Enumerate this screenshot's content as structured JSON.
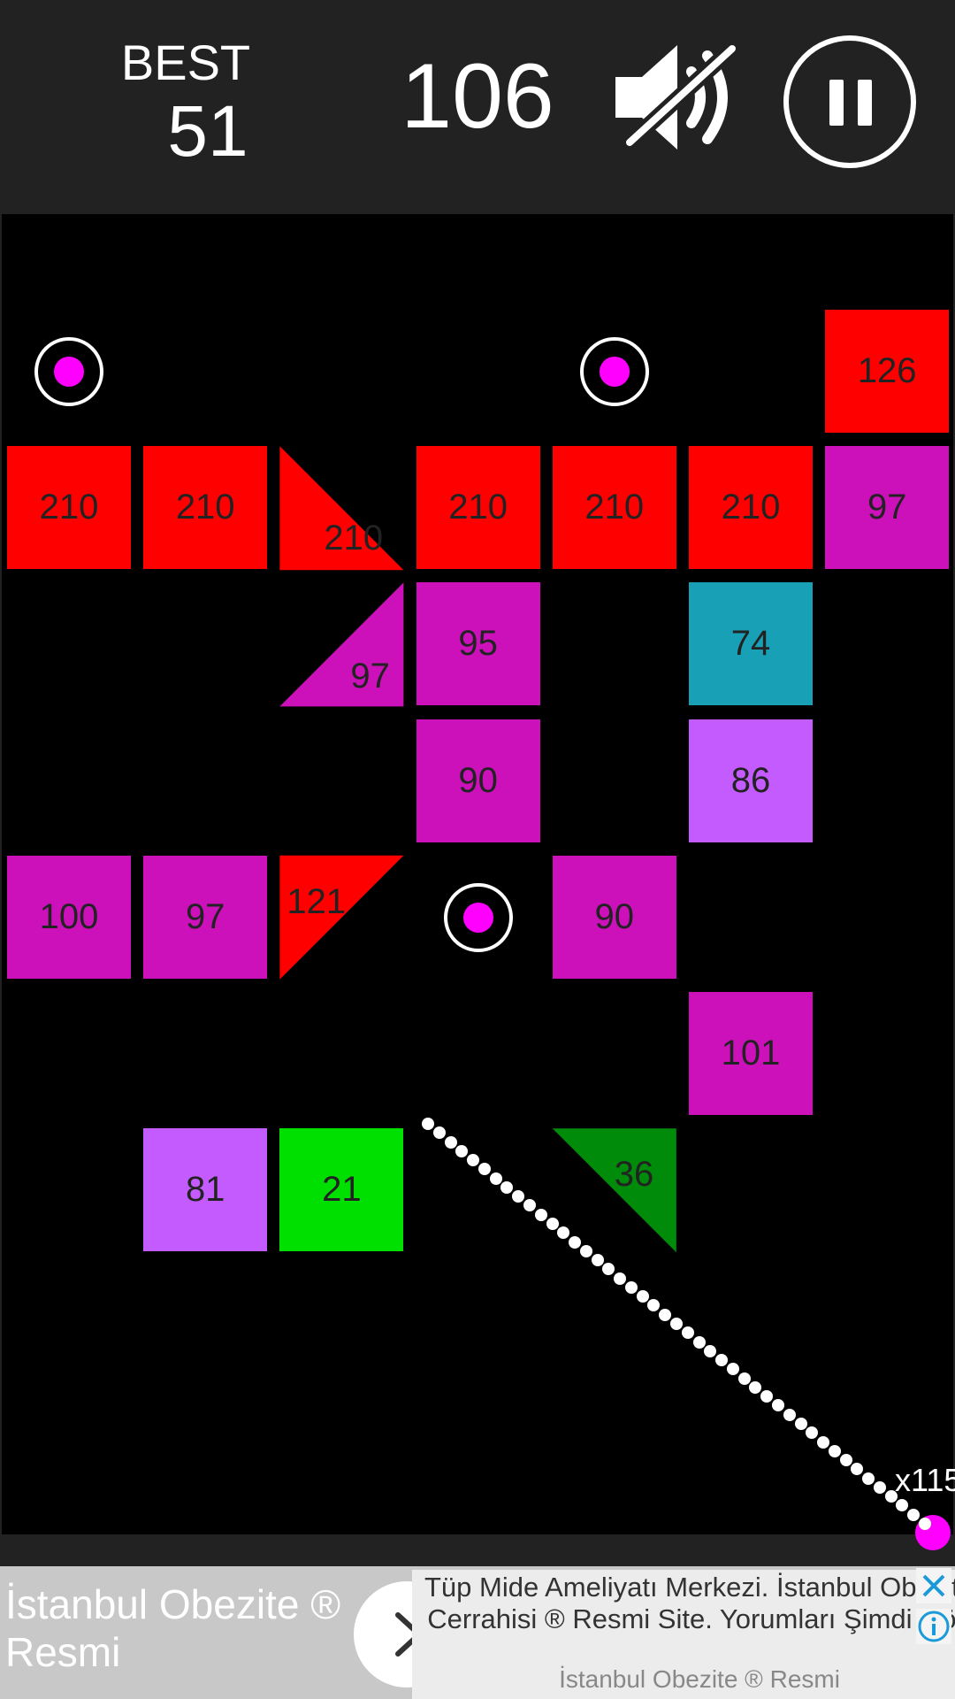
{
  "header": {
    "best_label": "BEST",
    "best_value": "51",
    "score": "106",
    "sound_icon": "speaker-muted-icon",
    "pause_icon": "pause-icon"
  },
  "colors": {
    "red": "#ff0000",
    "magenta": "#cc11bb",
    "violet": "#c45bff",
    "teal": "#18a1b6",
    "green": "#00e000",
    "dark_green": "#008b0a",
    "ball": "#ff00ff"
  },
  "board": {
    "bricks": [
      {
        "value": "126",
        "color": "red",
        "row": 0,
        "col": 6
      },
      {
        "value": "210",
        "color": "red",
        "row": 1,
        "col": 0
      },
      {
        "value": "210",
        "color": "red",
        "row": 1,
        "col": 1
      },
      {
        "value": "210",
        "color": "red",
        "row": 1,
        "col": 3
      },
      {
        "value": "210",
        "color": "red",
        "row": 1,
        "col": 4
      },
      {
        "value": "210",
        "color": "red",
        "row": 1,
        "col": 5
      },
      {
        "value": "97",
        "color": "magenta",
        "row": 1,
        "col": 6
      },
      {
        "value": "95",
        "color": "magenta",
        "row": 2,
        "col": 3
      },
      {
        "value": "74",
        "color": "teal",
        "row": 2,
        "col": 5
      },
      {
        "value": "90",
        "color": "magenta",
        "row": 3,
        "col": 3
      },
      {
        "value": "86",
        "color": "violet",
        "row": 3,
        "col": 5
      },
      {
        "value": "100",
        "color": "magenta",
        "row": 4,
        "col": 0
      },
      {
        "value": "97",
        "color": "magenta",
        "row": 4,
        "col": 1
      },
      {
        "value": "90",
        "color": "magenta",
        "row": 4,
        "col": 4
      },
      {
        "value": "101",
        "color": "magenta",
        "row": 5,
        "col": 5
      },
      {
        "value": "81",
        "color": "violet",
        "row": 6,
        "col": 1
      },
      {
        "value": "21",
        "color": "green",
        "row": 6,
        "col": 2
      }
    ],
    "triangles": [
      {
        "value": "210",
        "color": "red",
        "row": 1,
        "col": 2,
        "corner": "bottom-left"
      },
      {
        "value": "97",
        "color": "magenta",
        "row": 2,
        "col": 2,
        "corner": "bottom-right"
      },
      {
        "value": "121",
        "color": "red",
        "row": 4,
        "col": 2,
        "corner": "top-left"
      },
      {
        "value": "36",
        "color": "dark_green",
        "row": 6,
        "col": 4,
        "corner": "top-right"
      }
    ],
    "bonus_balls": [
      {
        "row": 0,
        "col": 0
      },
      {
        "row": 0,
        "col": 4
      },
      {
        "row": 4,
        "col": 3
      }
    ],
    "ball_count": "x115"
  },
  "ad": {
    "title": "İstanbul Obezite ® Resmi",
    "body": "Tüp Mide Ameliyatı Merkezi. İstanbul Obezite Cerrahisi ® Resmi Site. Yorumları Şimdi Gör.",
    "source": "İstanbul Obezite ® Resmi",
    "arrow_icon": "chevron-right-icon",
    "close_icon": "close-icon",
    "info_icon": "info-icon"
  }
}
